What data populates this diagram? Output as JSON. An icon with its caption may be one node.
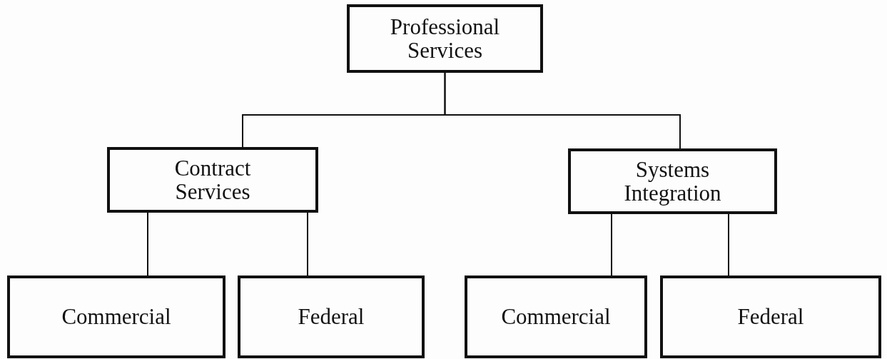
{
  "diagram": {
    "nodes": [
      {
        "text": [
          "Professional Services"
        ]
      },
      {
        "text": [
          "Contract Services"
        ]
      },
      {
        "text": [
          "Systems Integration"
        ]
      },
      {
        "text": [
          "Commercial"
        ]
      },
      {
        "text": [
          "Federal"
        ]
      },
      {
        "text": [
          "Commercial"
        ]
      },
      {
        "text": [
          "Federal"
        ]
      }
    ],
    "edges": [
      {
        "from": 0,
        "to": 1,
        "arrow": "none"
      },
      {
        "from": 0,
        "to": 2,
        "arrow": "none"
      },
      {
        "from": 1,
        "to": 3,
        "arrow": "none"
      },
      {
        "from": 1,
        "to": 4,
        "arrow": "none"
      },
      {
        "from": 2,
        "to": 5,
        "arrow": "none"
      },
      {
        "from": 2,
        "to": 6,
        "arrow": "none"
      }
    ]
  }
}
